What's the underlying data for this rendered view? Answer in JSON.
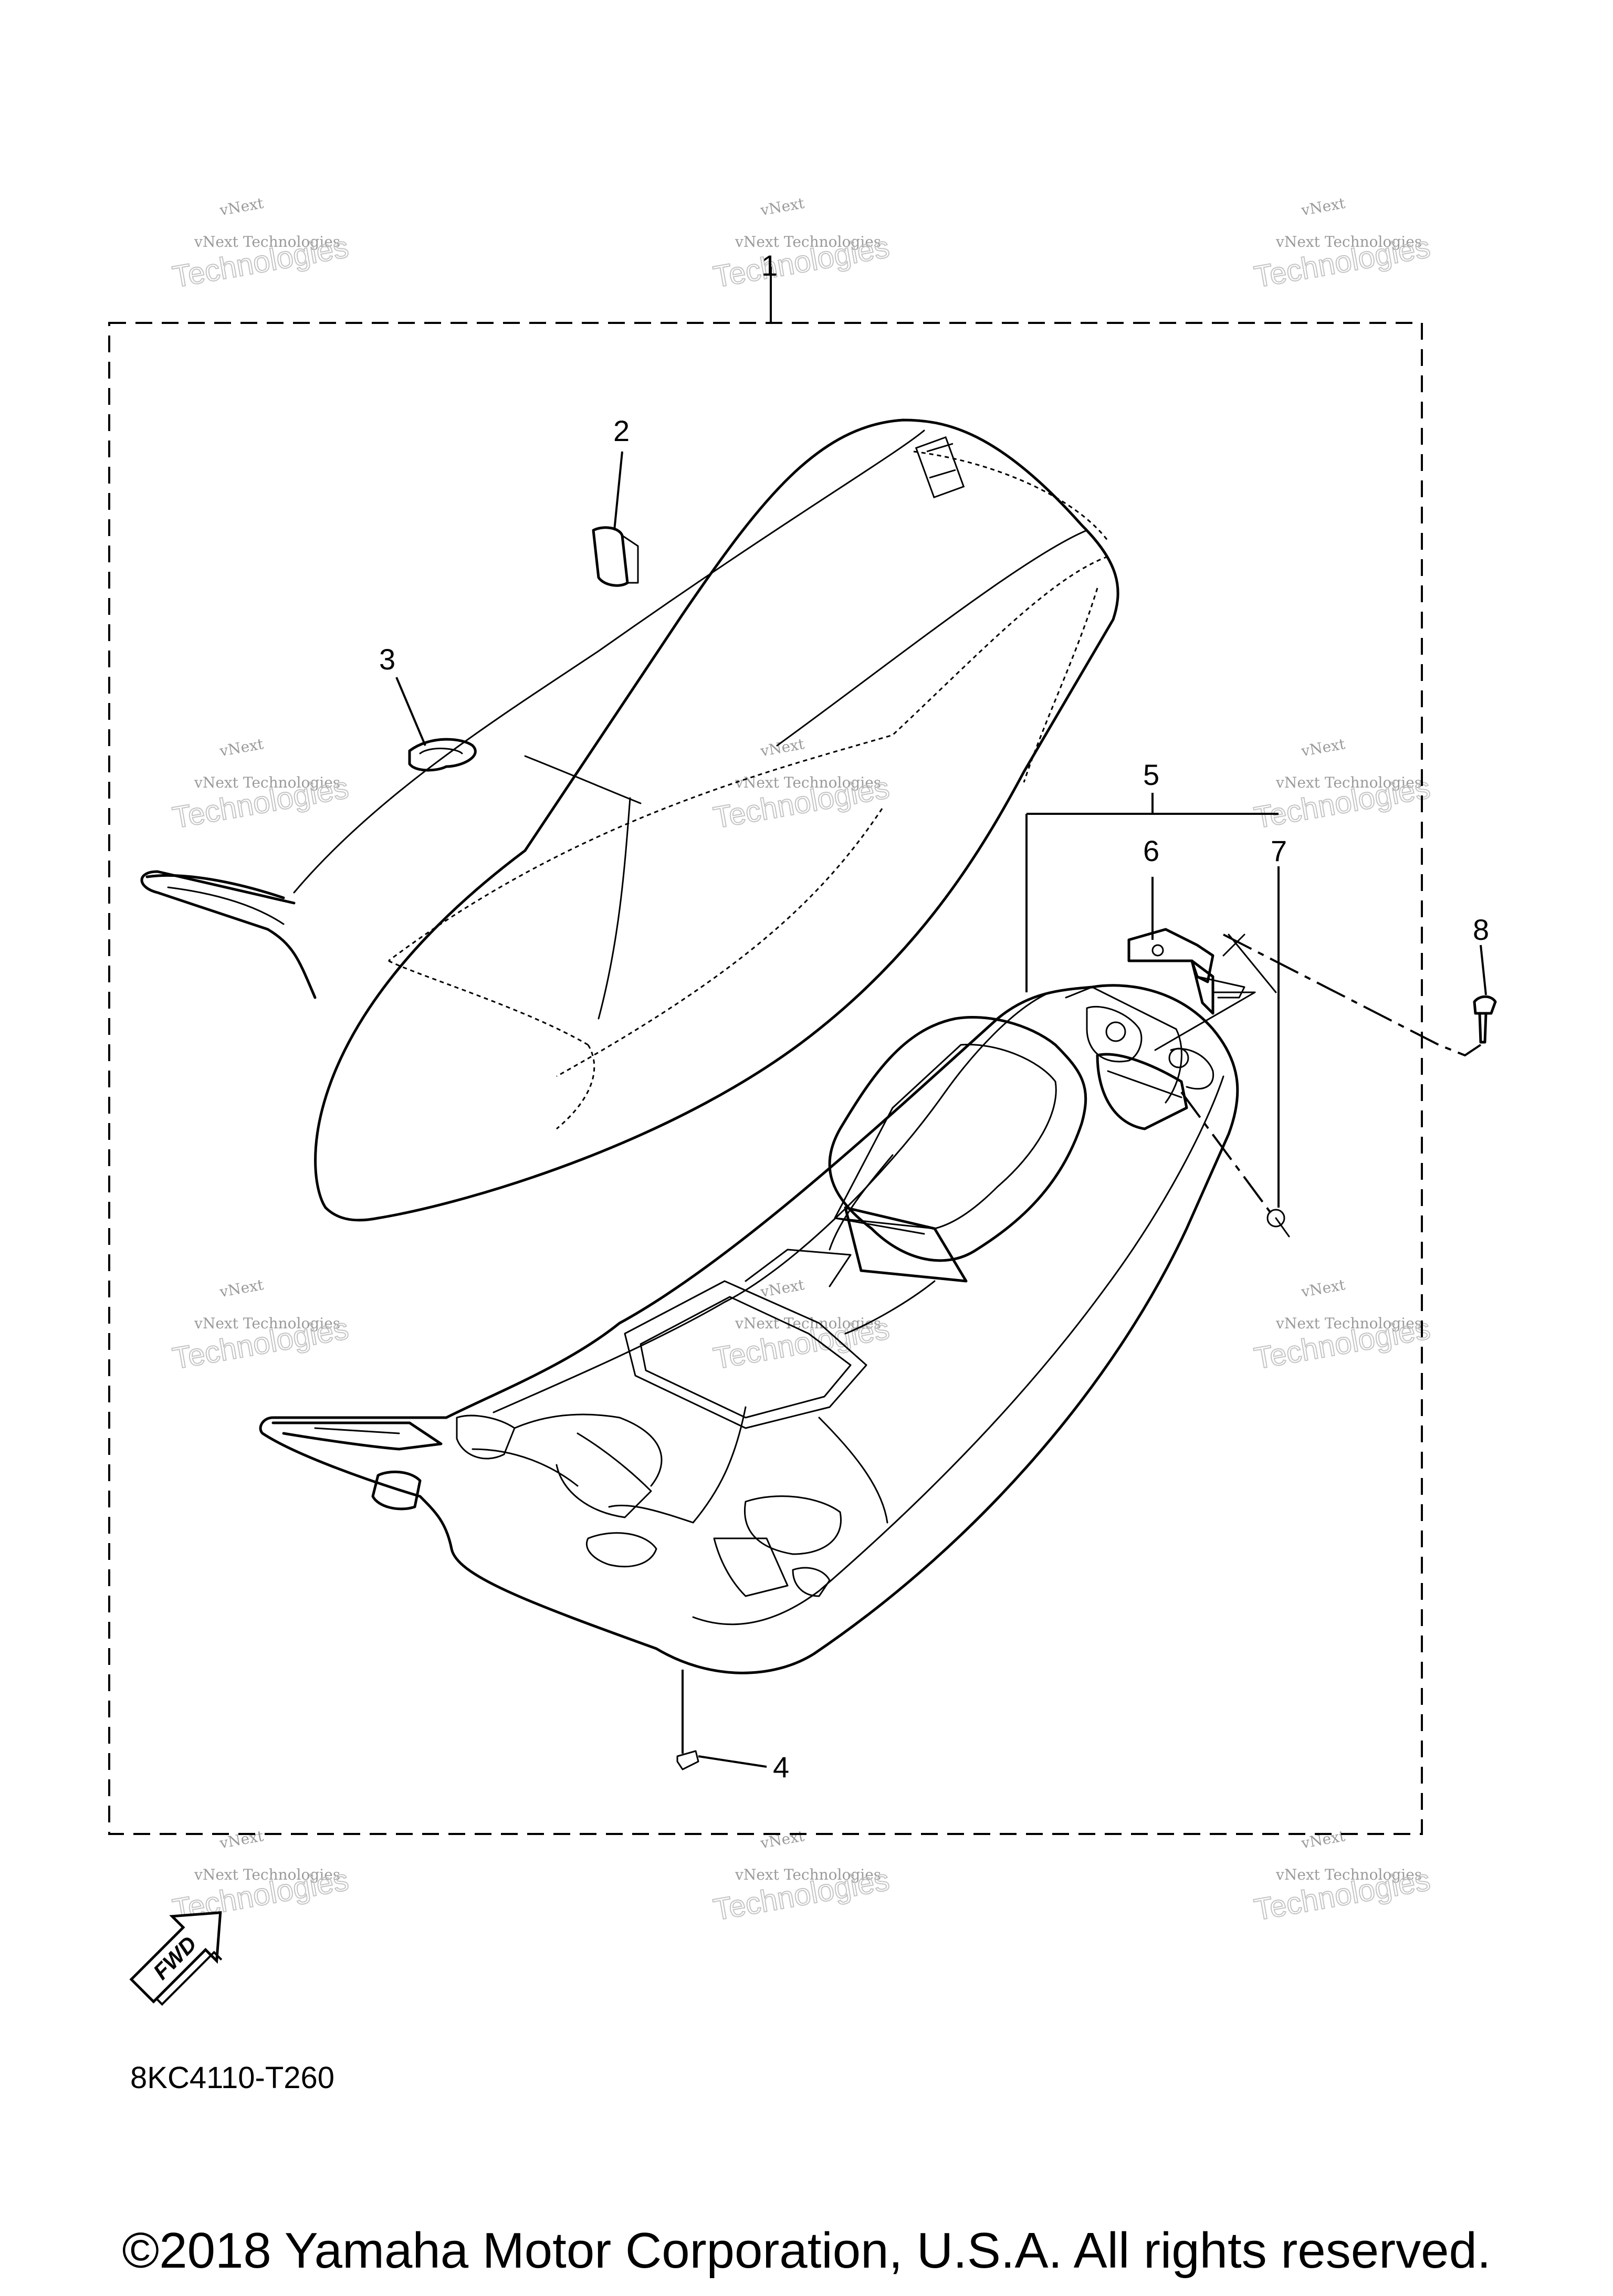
{
  "callouts": [
    {
      "id": "1",
      "text": "1"
    },
    {
      "id": "2",
      "text": "2"
    },
    {
      "id": "3",
      "text": "3"
    },
    {
      "id": "4",
      "text": "4"
    },
    {
      "id": "5",
      "text": "5"
    },
    {
      "id": "6",
      "text": "6"
    },
    {
      "id": "7",
      "text": "7"
    },
    {
      "id": "8",
      "text": "8"
    }
  ],
  "watermark": {
    "small": "vNext Technologies",
    "large": "Technologies",
    "corner": "vNext"
  },
  "fwd_label": "FWD",
  "diagram_code": "8KC4110-T260",
  "copyright": "©2018 Yamaha Motor Corporation, U.S.A. All rights reserved."
}
